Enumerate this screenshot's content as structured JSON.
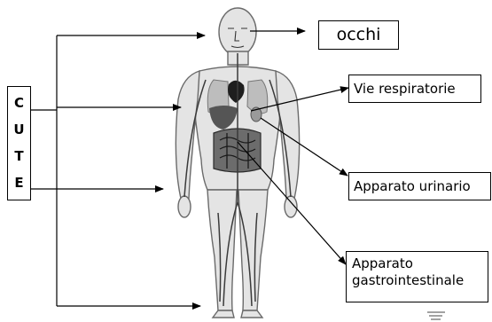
{
  "cute": {
    "letters": [
      "C",
      "U",
      "T",
      "E"
    ]
  },
  "labels": {
    "occhi": "occhi",
    "vie_respiratorie": "Vie respiratorie",
    "apparato_urinario": "Apparato urinario",
    "apparato_gastrointestinale_line1": "Apparato",
    "apparato_gastrointestinale_line2": "gastrointestinale"
  }
}
